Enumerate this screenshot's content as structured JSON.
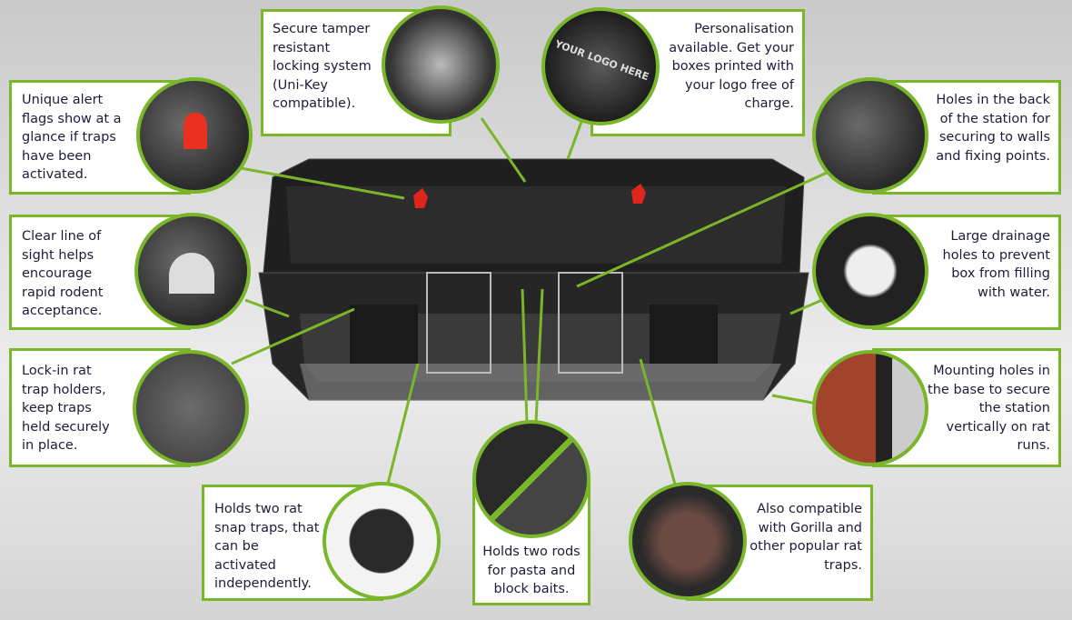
{
  "colors": {
    "accent": "#7ab62a",
    "text": "#1c1c3a"
  },
  "callouts": {
    "alert_flags": "Unique alert flags show at a glance if traps have been activated.",
    "line_of_sight": "Clear line of sight helps encourage rapid rodent acceptance.",
    "lock_in": "Lock-in rat trap holders, keep traps held securely in place.",
    "tamper": "Secure tamper resistant locking system (Uni-Key compatible).",
    "personalisation": "Personalisation available. Get your boxes printed with your logo free of charge.",
    "back_holes": "Holes in the back of the station for securing to walls and fixing points.",
    "drainage": "Large drainage holes to prevent box from filling with water.",
    "mounting": "Mounting holes in the base to secure the station vertically on rat runs.",
    "two_traps": "Holds two rat snap traps, that can be activated independently.",
    "two_rods": "Holds two rods for pasta and block baits.",
    "compatible": "Also compatible with Gorilla and other popular rat traps."
  },
  "logo_print": "YOUR LOGO HERE"
}
